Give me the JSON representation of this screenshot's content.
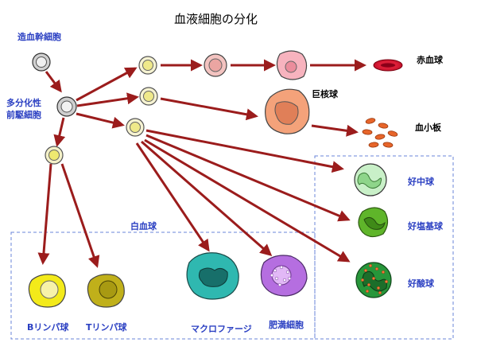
{
  "title": "血液細胞の分化",
  "labels": {
    "stem_cell": "造血幹細胞",
    "progenitor_1": "多分化性",
    "progenitor_2": "前駆細胞",
    "rbc": "赤血球",
    "megakaryocyte": "巨核球",
    "platelet": "血小板",
    "neutrophil": "好中球",
    "basophil": "好塩基球",
    "eosinophil": "好酸球",
    "wbc_group": "白血球",
    "b_cell": "Bリンパ球",
    "t_cell": "Tリンパ球",
    "macrophage": "マクロファージ",
    "mast_cell": "肥満細胞"
  },
  "colors": {
    "arrow": "#9b1c1c",
    "label_blue": "#2a3fc2",
    "group_border": "#6a84d8"
  }
}
